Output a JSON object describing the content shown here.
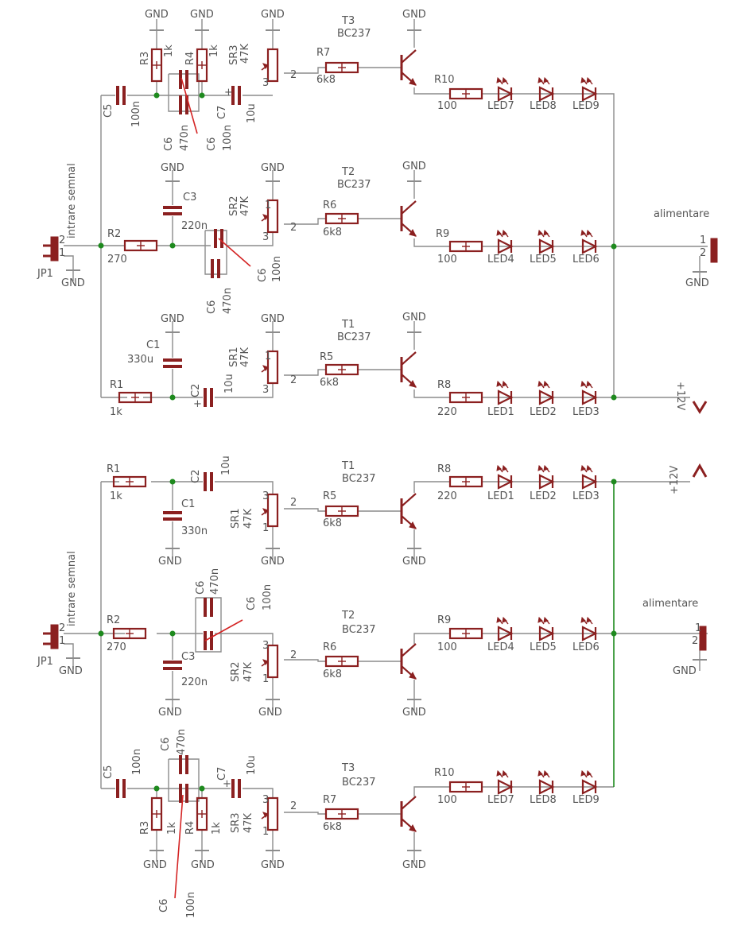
{
  "colors": {
    "wire": "#8c8c8c",
    "component": "#8b2020",
    "net": "#1e8a1e",
    "annotation": "#d42424",
    "text": "#555555"
  },
  "top": {
    "gnd": "GND",
    "t3": "T3",
    "t2": "T2",
    "t1": "T1",
    "bc237": "BC237",
    "r3": "R3",
    "r4": "R4",
    "v1k": "1k",
    "sr3": "SR3",
    "sr2": "SR2",
    "sr1": "SR1",
    "v47k": "47K",
    "r7": "R7",
    "r6": "R6",
    "r5": "R5",
    "v6k8": "6k8",
    "r10": "R10",
    "r9": "R9",
    "r8": "R8",
    "v100": "100",
    "v220": "220",
    "led1": "LED1",
    "led2": "LED2",
    "led3": "LED3",
    "led4": "LED4",
    "led5": "LED5",
    "led6": "LED6",
    "led7": "LED7",
    "led8": "LED8",
    "led9": "LED9",
    "c5": "C5",
    "c6": "C6",
    "c7": "C7",
    "c3": "C3",
    "c1": "C1",
    "c2": "C2",
    "v100n": "100n",
    "v470n": "470n",
    "v10u": "10u",
    "v220n": "220n",
    "v330u": "330u",
    "r2": "R2",
    "v270": "270",
    "r1": "R1",
    "intrare": "intrare semnal",
    "alimentare": "alimentare",
    "jp1": "JP1",
    "p1": "1",
    "p2": "2",
    "p3": "3",
    "plus": "+",
    "v12": "+12V"
  },
  "bottom": {
    "gnd": "GND",
    "t1": "T1",
    "t2": "T2",
    "t3": "T3",
    "bc237": "BC237",
    "r1": "R1",
    "v1k": "1k",
    "c2": "C2",
    "v10u": "10u",
    "c1": "C1",
    "v330n": "330n",
    "sr1": "SR1",
    "sr2": "SR2",
    "sr3": "SR3",
    "v47k": "47K",
    "r5": "R5",
    "r6": "R6",
    "r7": "R7",
    "v6k8": "6k8",
    "r8": "R8",
    "r9": "R9",
    "r10": "R10",
    "v220": "220",
    "v100": "100",
    "led1": "LED1",
    "led2": "LED2",
    "led3": "LED3",
    "led4": "LED4",
    "led5": "LED5",
    "led6": "LED6",
    "led7": "LED7",
    "led8": "LED8",
    "led9": "LED9",
    "r2": "R2",
    "v270": "270",
    "c6": "C6",
    "v470n": "470n",
    "v100n": "100n",
    "c3": "C3",
    "v220n": "220n",
    "c5": "C5",
    "c7": "C7",
    "r3": "R3",
    "r4": "R4",
    "intrare": "intrare semnal",
    "alimentare": "alimentare",
    "jp1": "JP1",
    "p1": "1",
    "p2": "2",
    "p3": "3",
    "plus": "+",
    "v12": "+12V"
  }
}
